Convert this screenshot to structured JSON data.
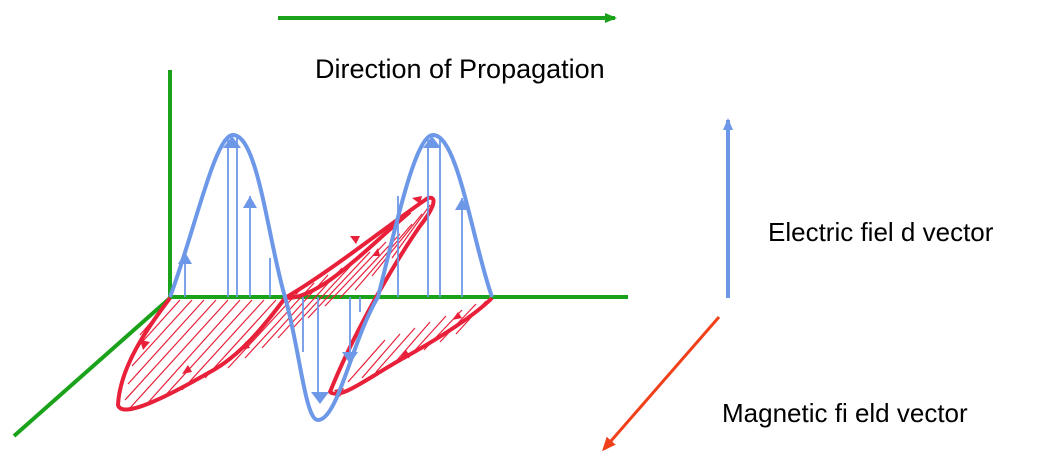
{
  "labels": {
    "propagation": "Direction of Propagation",
    "electric": "Electric fiel d vector",
    "magnetic": "Magnetic fi eld vector"
  },
  "colors": {
    "axes": "#1aa31a",
    "electric": "#6d98e8",
    "magnetic": "#e8203a",
    "magnetic_legend": "#f0401a",
    "propagation_arrow": "#1aa31a"
  },
  "icons": {
    "propagation_arrow": "arrow-right-icon",
    "electric_legend": "arrow-up-icon",
    "magnetic_legend": "arrow-down-left-icon"
  }
}
